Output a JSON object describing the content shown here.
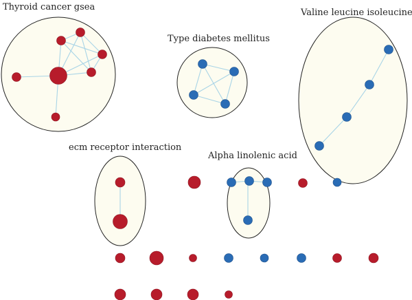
{
  "colors": {
    "red_node": "#b71c2b",
    "blue_node": "#2a6cb5",
    "edge": "#a8d4e6",
    "cluster_fill": "#fdfcf0",
    "cluster_stroke": "#222222"
  },
  "clusters": [
    {
      "id": "thyroid",
      "label": "Thyroid cancer gsea"
    },
    {
      "id": "diabetes",
      "label": "Type diabetes mellitus"
    },
    {
      "id": "valine",
      "label": "Valine leucine isoleucine"
    },
    {
      "id": "ecm",
      "label": "ecm receptor interaction"
    },
    {
      "id": "alpha",
      "label": "Alpha linolenic acid"
    }
  ]
}
